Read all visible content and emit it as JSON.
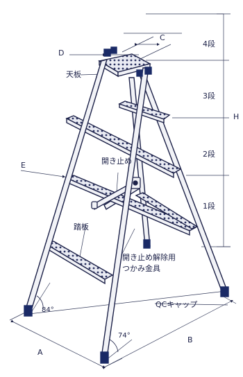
{
  "labels": {
    "top_plate": "天板",
    "dim_d": "D",
    "dim_c": "C",
    "dim_e": "E",
    "dim_h": "H",
    "dim_a": "A",
    "dim_b": "B",
    "step_4": "4段",
    "step_3": "3段",
    "step_2": "2段",
    "step_1": "1段",
    "spreader": "開き止め",
    "step_board": "踏板",
    "release_line1": "開き止め解除用",
    "release_line2": "つかみ金具",
    "qc_cap": "QCキャップ",
    "angle_84": "84°",
    "angle_74": "74°"
  },
  "colors": {
    "line": "#1c2148",
    "cap": "#1a2a66",
    "rail_fill": "#f2f3f7",
    "dim": "#333a5a"
  }
}
